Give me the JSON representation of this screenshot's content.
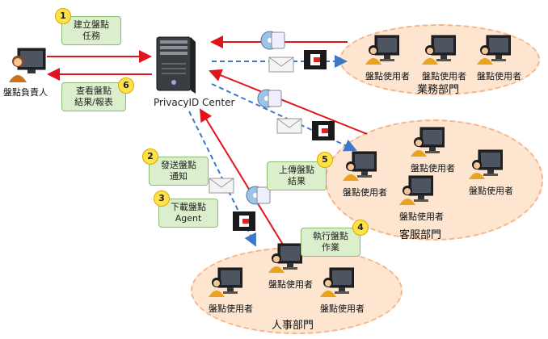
{
  "manager_label": "盤點負責人",
  "center_label": "PrivacyID Center",
  "departments": [
    {
      "name": "業務部門",
      "user_label": "盤點使用者"
    },
    {
      "name": "客服部門",
      "user_label": "盤點使用者"
    },
    {
      "name": "人事部門",
      "user_label": "盤點使用者"
    }
  ],
  "steps": [
    {
      "number": "1",
      "text": "建立盤點\n任務"
    },
    {
      "number": "2",
      "text": "發送盤點\n通知"
    },
    {
      "number": "3",
      "text": "下載盤點\nAgent"
    },
    {
      "number": "4",
      "text": "執行盤點\n作業"
    },
    {
      "number": "5",
      "text": "上傳盤點\n結果"
    },
    {
      "number": "6",
      "text": "查看盤點\n結果/報表"
    }
  ],
  "colors": {
    "red_arrow": "#e0141a",
    "blue_arrow": "#3e78c6",
    "ellipse_fill": "#fde5d0",
    "ellipse_border": "#f3b58c",
    "callout_fill": "#dbefcc",
    "badge": "#ffe24a"
  },
  "icons": [
    "user-icon",
    "server-icon",
    "monitor-icon",
    "mail-icon",
    "disc-icon",
    "agent-logo-icon"
  ]
}
